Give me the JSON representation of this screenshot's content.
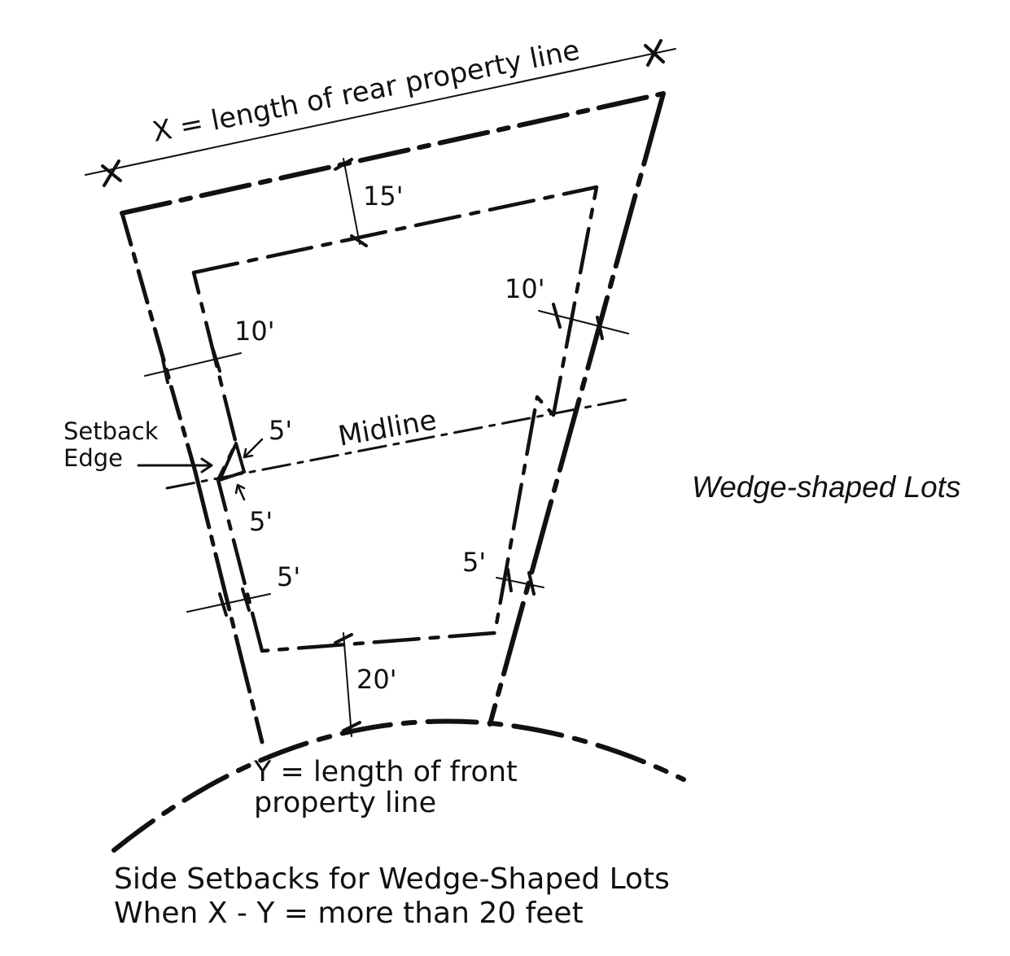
{
  "figure": {
    "title": "Wedge-shaped Lots",
    "caption_line1": "Side Setbacks for Wedge-Shaped Lots",
    "caption_line2": "When X - Y = more than 20 feet"
  },
  "labels": {
    "rear_line": "X = length of rear property line",
    "front_line1": "Y = length of front",
    "front_line2": "property line",
    "midline": "Midline",
    "setback_edge1": "Setback",
    "setback_edge2": "Edge",
    "rear_setback": "15'",
    "front_setback": "20'",
    "left_side_upper": "10'",
    "right_side_upper": "10'",
    "left_side_lower": "5'",
    "right_side_lower": "5'",
    "jog_upper": "5'",
    "jog_lower": "5'"
  },
  "colors": {
    "ink": "#111111",
    "background": "#ffffff"
  }
}
